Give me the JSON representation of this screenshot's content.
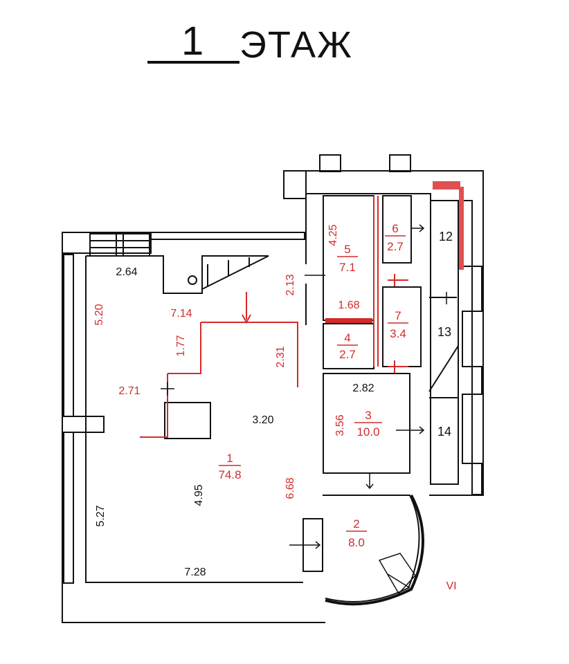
{
  "title": {
    "number": "1",
    "word": "ЭТАЖ"
  },
  "rooms": [
    {
      "id": "room-1",
      "number": "1",
      "area": "74.8"
    },
    {
      "id": "room-2",
      "number": "2",
      "area": "8.0"
    },
    {
      "id": "room-3",
      "number": "3",
      "area": "10.0"
    },
    {
      "id": "room-4",
      "number": "4",
      "area": "2.7"
    },
    {
      "id": "room-5",
      "number": "5",
      "area": "7.1"
    },
    {
      "id": "room-6",
      "number": "6",
      "area": "2.7"
    },
    {
      "id": "room-7",
      "number": "7",
      "area": "3.4"
    }
  ],
  "other_labels": {
    "room_12": "12",
    "room_13": "13",
    "room_14": "14",
    "roman": "VI"
  },
  "dimensions": {
    "d264": "2.64",
    "d520": "5.20",
    "d714": "7.14",
    "d177": "1.77",
    "d271": "2.71",
    "d320": "3.20",
    "d495": "4.95",
    "d668": "6.68",
    "d527": "5.27",
    "d728": "7.28",
    "d231": "2.31",
    "d213": "2.13",
    "d425": "4.25",
    "d168": "1.68",
    "d282": "2.82",
    "d356": "3.56"
  },
  "colors": {
    "ink": "#111111",
    "accent": "#d42a2a",
    "hatch": "#e05050"
  }
}
